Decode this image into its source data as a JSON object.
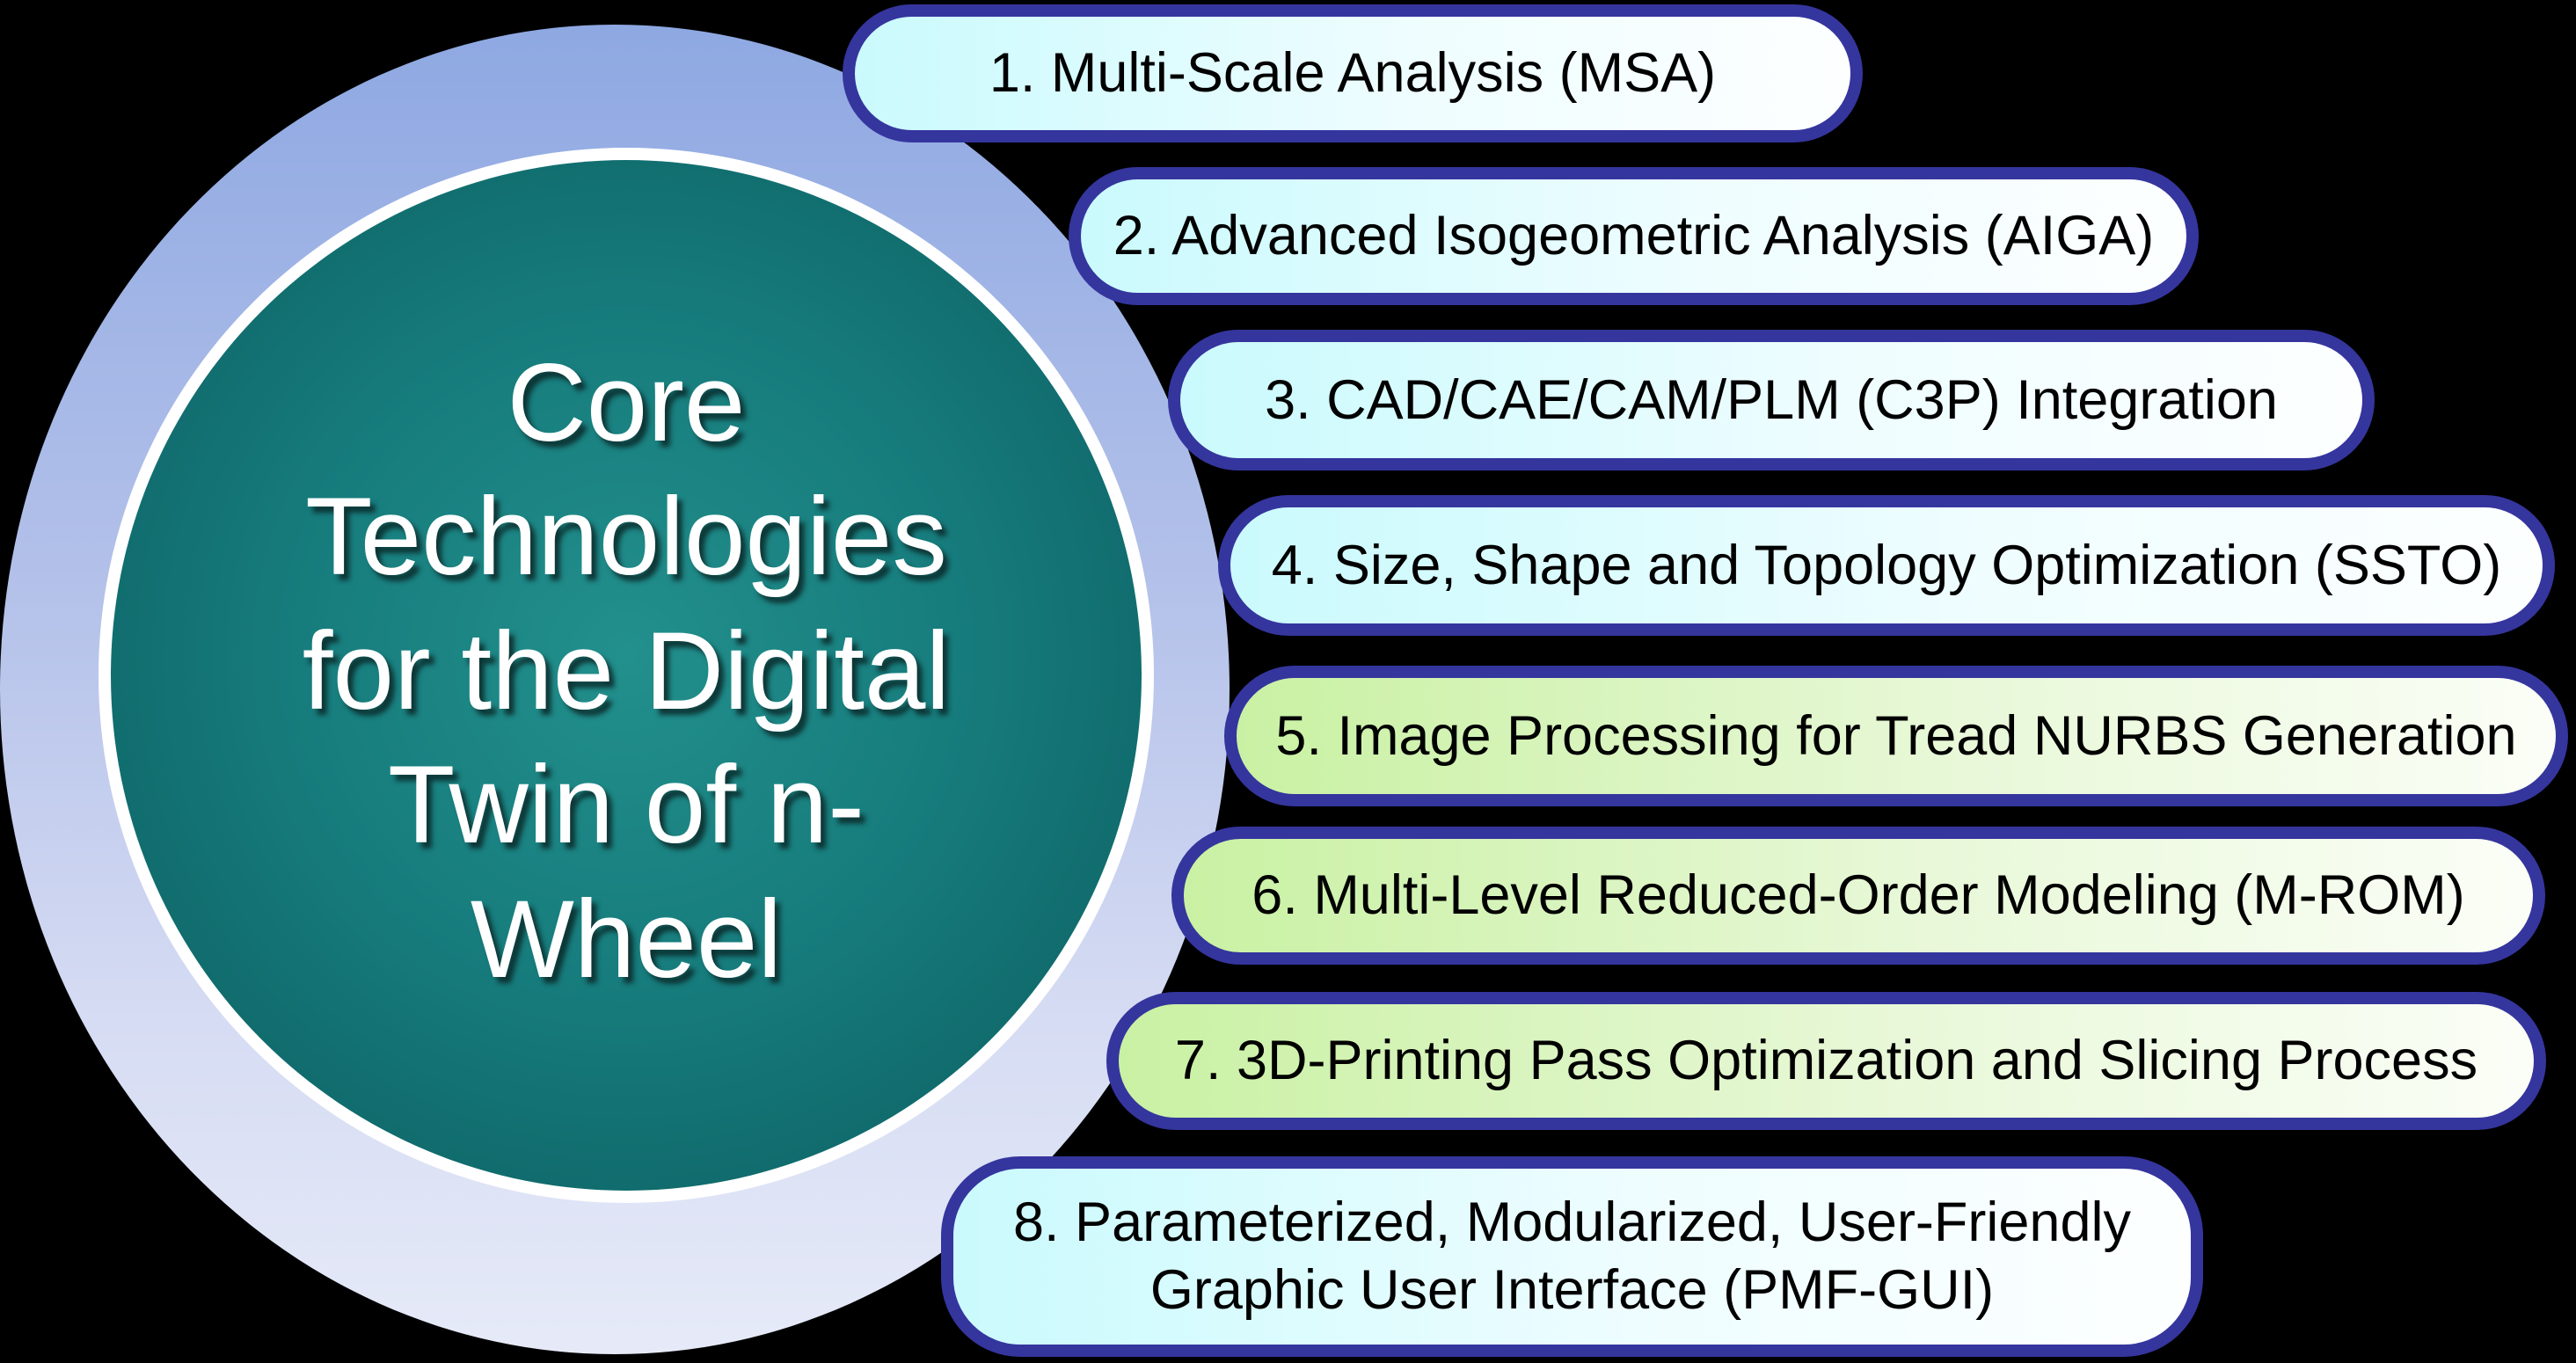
{
  "background_color": "#000000",
  "circle": {
    "title": "Core\nTechnologies\nfor the Digital\nTwin of n-\nWheel",
    "colors": {
      "outer_ring_top": "#8ea8e2",
      "outer_ring_bottom": "#e6eaf8",
      "inner_ring": "#ffffff",
      "face_center": "#22908d",
      "face_edge": "#0a5b5d",
      "title_text": "#ffffff"
    }
  },
  "boxes": [
    {
      "label": "1. Multi-Scale Analysis (MSA)",
      "fill_start": "#cafafd",
      "fill_end": "#fdffff"
    },
    {
      "label": "2. Advanced Isogeometric Analysis (AIGA)",
      "fill_start": "#cafafd",
      "fill_end": "#fdffff"
    },
    {
      "label": "3. CAD/CAE/CAM/PLM (C3P) Integration",
      "fill_start": "#cafafd",
      "fill_end": "#fdffff"
    },
    {
      "label": "4. Size, Shape and Topology Optimization (SSTO)",
      "fill_start": "#cafafd",
      "fill_end": "#fdffff"
    },
    {
      "label": "5. Image Processing for Tread NURBS Generation",
      "fill_start": "#c9f1a3",
      "fill_end": "#fbfef7"
    },
    {
      "label": "6. Multi-Level Reduced-Order Modeling (M-ROM)",
      "fill_start": "#c9f1a3",
      "fill_end": "#fbfef7"
    },
    {
      "label": "7. 3D-Printing Pass Optimization and Slicing Process",
      "fill_start": "#c9f1a3",
      "fill_end": "#fbfef7"
    },
    {
      "label": "8. Parameterized, Modularized, User-Friendly\nGraphic User Interface (PMF-GUI)",
      "fill_start": "#cafafd",
      "fill_end": "#fdffff"
    }
  ],
  "border_color": "#35359e",
  "box_text_color": "#000000"
}
